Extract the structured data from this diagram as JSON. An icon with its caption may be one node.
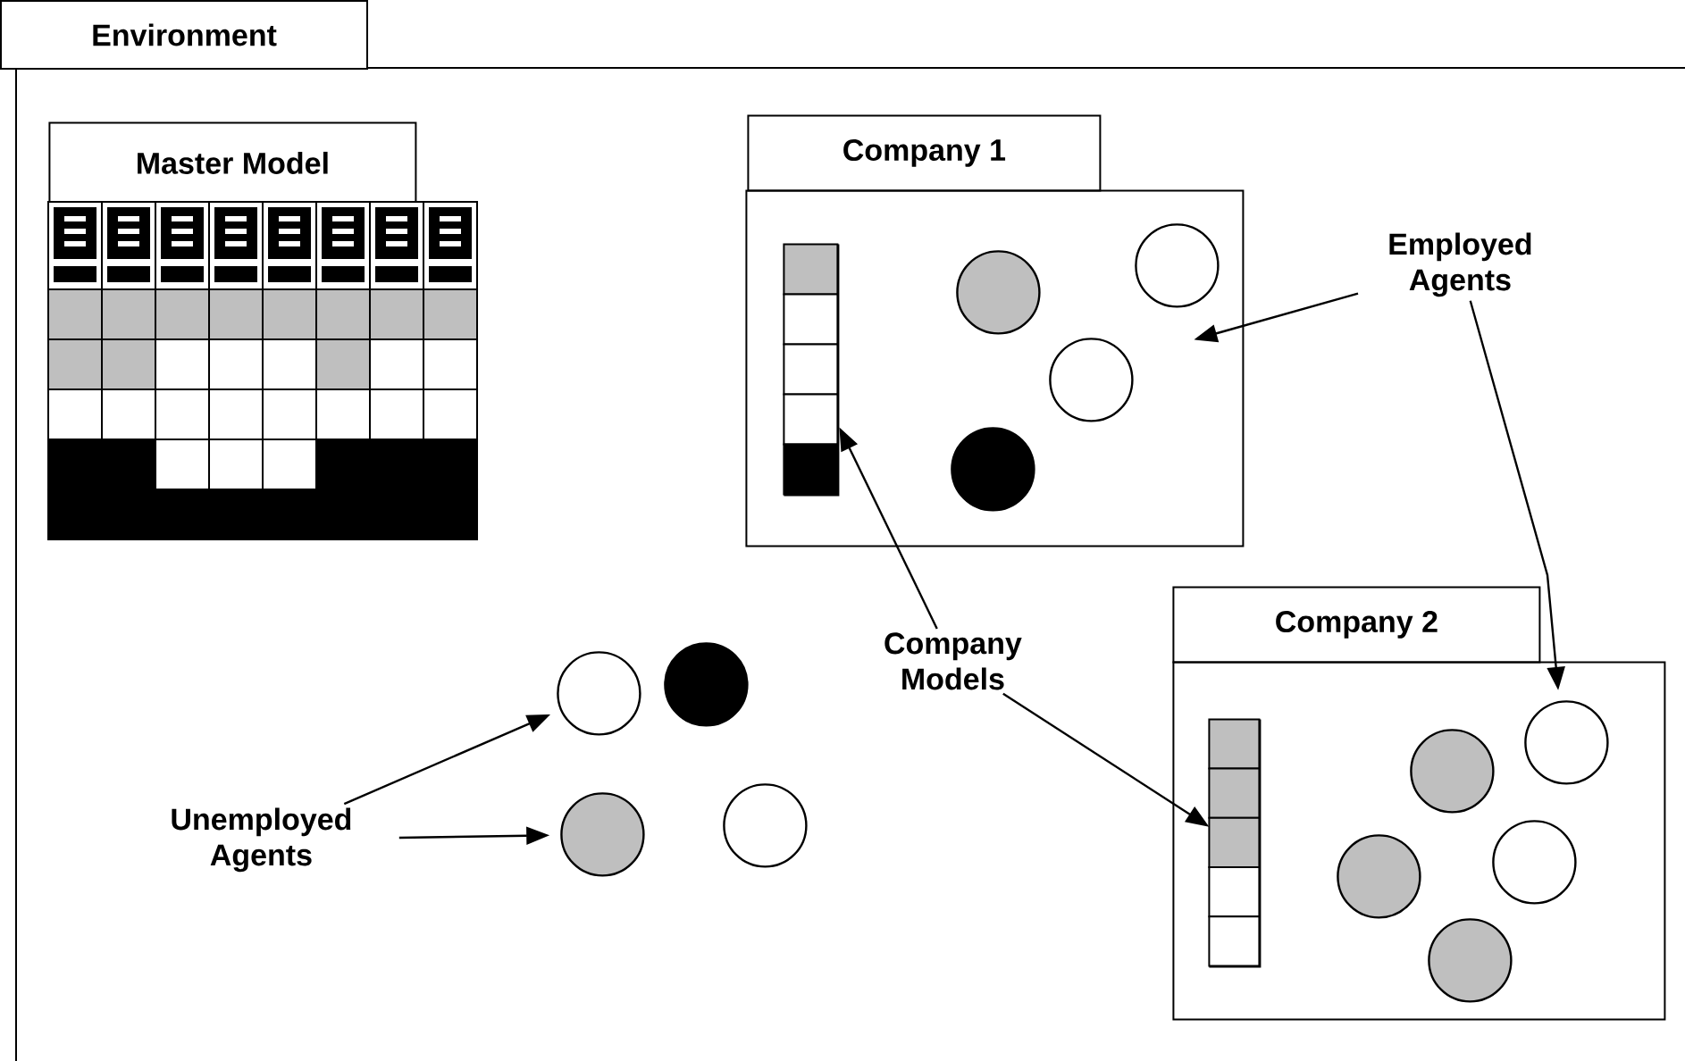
{
  "diagram": {
    "nodes": [
      {
        "text": [
          "Environment"
        ]
      },
      {
        "text": [
          "Master Model"
        ],
        "in": 0
      },
      {
        "text": [
          "Company 1"
        ],
        "in": 0
      },
      {
        "text": [],
        "shape": "box",
        "in": 0
      },
      {
        "text": [],
        "shape": "bar",
        "in": 3
      },
      {
        "text": [],
        "shape": "circle",
        "in": 3
      },
      {
        "text": [],
        "shape": "circle",
        "in": 3
      },
      {
        "text": [],
        "shape": "circle",
        "in": 3
      },
      {
        "text": [],
        "shape": "circle",
        "in": 3
      },
      {
        "text": [
          "Employed Agents"
        ],
        "in": 0
      },
      {
        "text": [
          "Company Models"
        ],
        "in": 0
      },
      {
        "text": [
          "Company 2"
        ],
        "in": 0
      },
      {
        "text": [],
        "shape": "box",
        "in": 0
      },
      {
        "text": [],
        "shape": "bar",
        "in": 12
      },
      {
        "text": [],
        "shape": "circle",
        "in": 12
      },
      {
        "text": [],
        "shape": "circle",
        "in": 12
      },
      {
        "text": [],
        "shape": "circle",
        "in": 12
      },
      {
        "text": [],
        "shape": "circle",
        "in": 12
      },
      {
        "text": [],
        "shape": "circle",
        "in": 12
      },
      {
        "text": [
          "Unemployed Agents"
        ],
        "in": 0
      },
      {
        "text": [],
        "shape": "circle",
        "in": 0
      },
      {
        "text": [],
        "shape": "circle",
        "in": 0
      },
      {
        "text": [],
        "shape": "circle",
        "in": 0
      },
      {
        "text": [],
        "shape": "circle",
        "in": 0
      }
    ],
    "edges": [
      {
        "from": 9,
        "to": 3,
        "arrow": "to"
      },
      {
        "from": 9,
        "to": 14,
        "arrow": "to"
      },
      {
        "from": 10,
        "to": 4,
        "arrow": "to"
      },
      {
        "from": 10,
        "to": 13,
        "arrow": "to"
      },
      {
        "from": 19,
        "to": 20,
        "arrow": "to"
      },
      {
        "from": 19,
        "to": 22,
        "arrow": "to"
      }
    ]
  }
}
